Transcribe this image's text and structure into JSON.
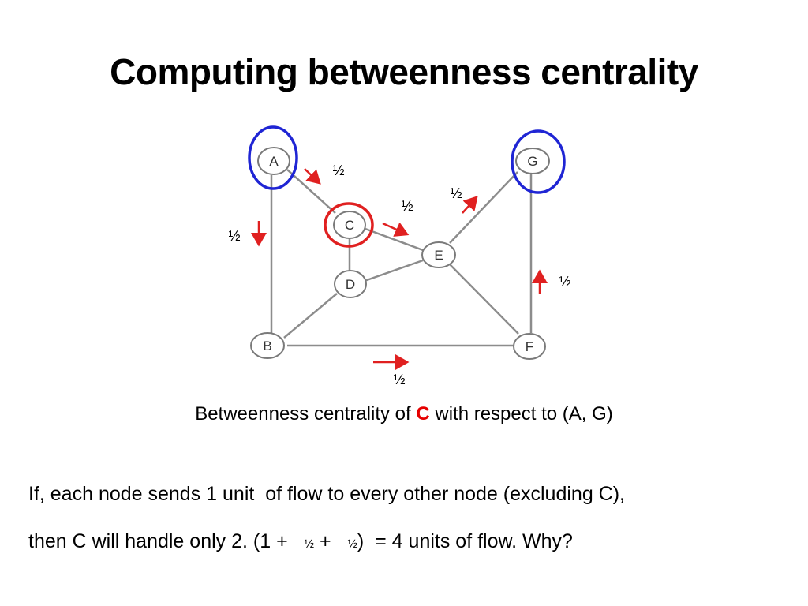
{
  "title": "Computing betweenness centrality",
  "graph": {
    "nodes": [
      "A",
      "B",
      "C",
      "D",
      "E",
      "F",
      "G"
    ],
    "edges": [
      [
        "A",
        "B"
      ],
      [
        "A",
        "C"
      ],
      [
        "C",
        "D"
      ],
      [
        "C",
        "E"
      ],
      [
        "D",
        "E"
      ],
      [
        "D",
        "B"
      ],
      [
        "B",
        "F"
      ],
      [
        "E",
        "F"
      ],
      [
        "E",
        "G"
      ],
      [
        "G",
        "F"
      ]
    ],
    "highlighted_endpoints": [
      "A",
      "G"
    ],
    "endpoint_circle_color": "#1f25d4",
    "highlighted_node": "C",
    "highlighted_node_circle_color": "#e02020",
    "arrow_color": "#e02020",
    "flow_labels": [
      "½",
      "½",
      "½",
      "½",
      "½",
      "½"
    ]
  },
  "caption": {
    "prefix": "Betweenness centrality of ",
    "highlight": "C",
    "suffix": " with respect to (A, G)"
  },
  "explanation": {
    "line1": "If, each node sends 1 unit  of flow to every other node (excluding C),",
    "line2_a": "then C will handle only 2. (1 +   ",
    "frac_1": "½",
    "line2_b": " +   ",
    "frac_2": "½",
    "line2_c": ")  = 4 units of flow. Why?"
  }
}
